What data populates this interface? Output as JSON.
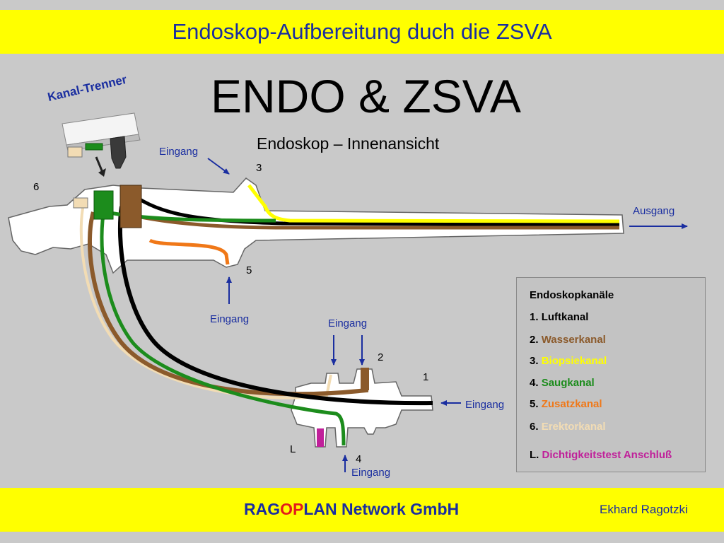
{
  "header": {
    "title": "Endoskop-Aufbereitung duch die ZSVA"
  },
  "main": {
    "title": "ENDO & ZSVA",
    "subtitle": "Endoskop – Innenansicht",
    "kanal_trenner": "Kanal-Trenner"
  },
  "labels": {
    "eingang": "Eingang",
    "ausgang": "Ausgang",
    "n1": "1",
    "n2": "2",
    "n3": "3",
    "n4": "4",
    "n5": "5",
    "n6": "6",
    "nL": "L"
  },
  "legend": {
    "title": "Endoskopkanäle",
    "items": [
      {
        "num": "1.",
        "label": "Luftkanal",
        "color": "#000000"
      },
      {
        "num": "2.",
        "label": "Wasserkanal",
        "color": "#8b5a2b"
      },
      {
        "num": "3.",
        "label": "Biopsiekanal",
        "color": "#ffff00"
      },
      {
        "num": "4.",
        "label": "Saugkanal",
        "color": "#1c8c1c"
      },
      {
        "num": "5.",
        "label": "Zusatzkanal",
        "color": "#f07818"
      },
      {
        "num": "6.",
        "label": "Erektorkanal",
        "color": "#f2dcb4"
      },
      {
        "num": "L.",
        "label": "Dichtigkeitstest Anschluß",
        "color": "#c0209a"
      }
    ]
  },
  "footer": {
    "company_a": "RAG",
    "company_b": "OP",
    "company_c": "LAN Network GmbH",
    "author": "Ekhard Ragotzki"
  }
}
